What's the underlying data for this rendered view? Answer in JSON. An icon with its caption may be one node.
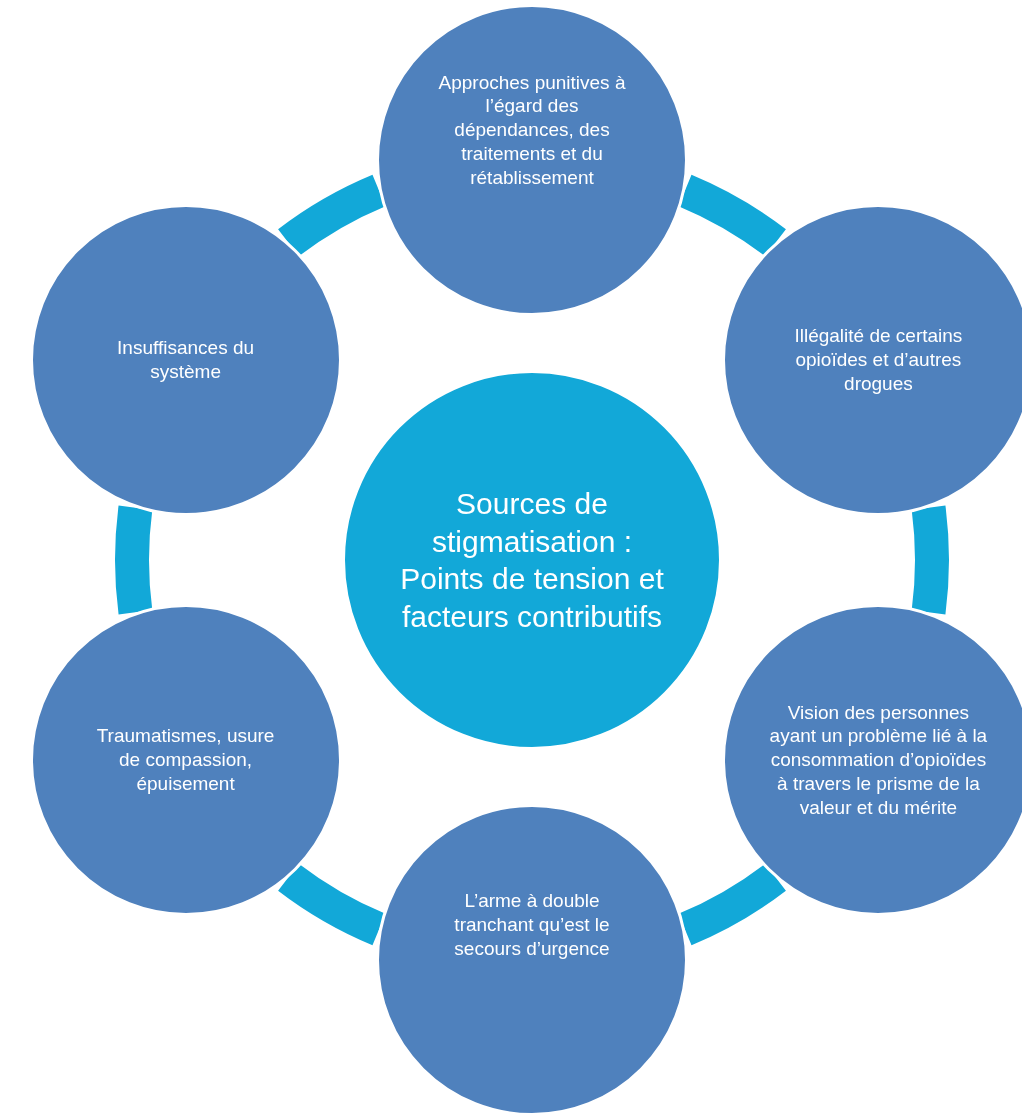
{
  "diagram": {
    "nodes": [
      {
        "text": [
          "Sources de stigmatisation : Points de tension et facteurs contributifs"
        ]
      },
      {
        "text": [
          "Approches punitives à l’égard des dépendances, des traitements et du rétablissement"
        ]
      },
      {
        "text": [
          "Illégalité de certains opioïdes et d’autres drogues"
        ]
      },
      {
        "text": [
          "Vision des personnes ayant un problème lié à la consommation d’opioïdes à travers le prisme de la valeur et du mérite"
        ]
      },
      {
        "text": [
          "L’arme à double tranchant qu’est le secours d’urgence"
        ]
      },
      {
        "text": [
          "Traumatismes, usure de compassion, épuisement"
        ]
      },
      {
        "text": [
          "Insuffisances du système"
        ]
      }
    ],
    "edges": [
      {
        "from": 1,
        "to": 2,
        "arrow": "none"
      },
      {
        "from": 2,
        "to": 3,
        "arrow": "none"
      },
      {
        "from": 3,
        "to": 4,
        "arrow": "none"
      },
      {
        "from": 4,
        "to": 5,
        "arrow": "none"
      },
      {
        "from": 5,
        "to": 6,
        "arrow": "none"
      },
      {
        "from": 6,
        "to": 1,
        "arrow": "none"
      }
    ]
  }
}
